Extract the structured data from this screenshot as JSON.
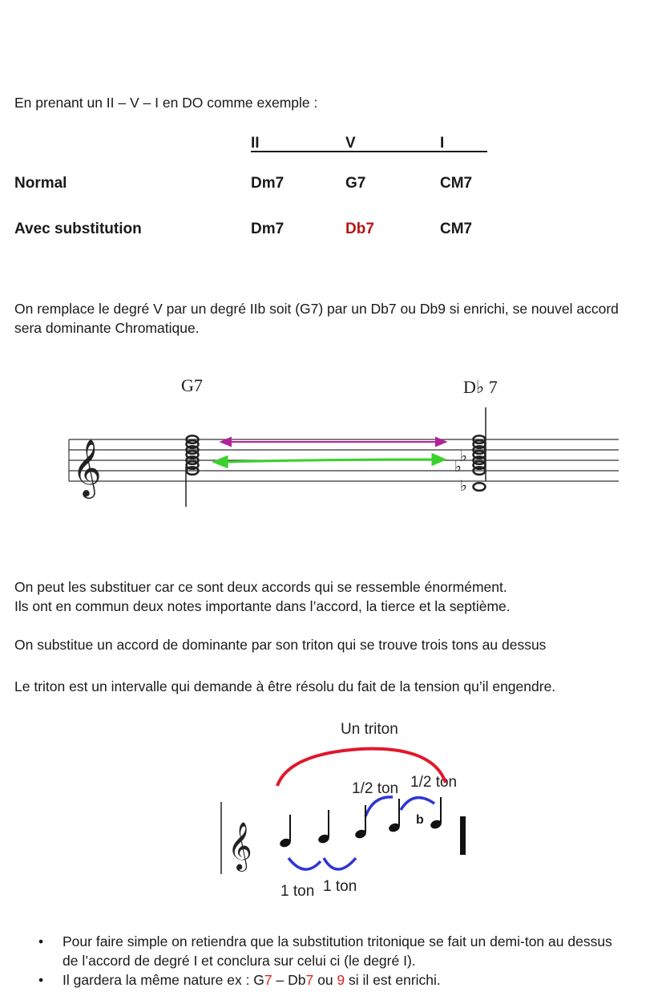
{
  "intro": "En prenant un II – V – I en DO comme exemple :",
  "table": {
    "headers": [
      "II",
      "V",
      "I"
    ],
    "row1": {
      "label": "Normal",
      "c1": "Dm7",
      "c2": "G7",
      "c3": "CM7"
    },
    "row2": {
      "label": "Avec substitution",
      "c1": "Dm7",
      "c2": "Db7",
      "c3": "CM7"
    }
  },
  "para1_line1": "On remplace le degré V par un degré IIb soit (G7) par un Db7 ou Db9 si enrichi, se nouvel accord",
  "para1_line2": "sera dominante Chromatique.",
  "staff1": {
    "left_chord": "G7",
    "right_chord": "D♭ 7"
  },
  "para2_line1": "On peut les substituer car ce sont deux accords qui se ressemble énormément.",
  "para2_line2": "Ils ont en commun deux notes importante dans l’accord, la tierce et la septième.",
  "para3": "On substitue un accord de dominante par son triton qui se trouve trois tons au dessus",
  "para4": "Le triton est un intervalle qui demande à être résolu du fait de la tension qu’il engendre.",
  "staff2": {
    "triton": "Un triton",
    "half1": "1/2 ton",
    "half2": "1/2 ton",
    "ton1": "1 ton",
    "ton2": "1 ton",
    "flat": "b"
  },
  "bullets": {
    "b1_line1": "Pour faire simple on retiendra que la substitution tritonique se fait un demi-ton au dessus",
    "b1_line2": "de l’accord de degré I et conclura sur celui ci (le degré I).",
    "b2_pre": "Il gardera la même nature ex : G",
    "b2_n1": "7",
    "b2_mid1": " – Db",
    "b2_n2": "7",
    "b2_mid2": " ou ",
    "b2_n3": "9",
    "b2_post": " si il est enrichi."
  },
  "colors": {
    "text": "#1a1a1a",
    "substitution": "#b81414",
    "highlight": "#e02020",
    "magenta": "#b0229a",
    "green": "#3bd12c",
    "red_arc": "#e0182d",
    "blue_arc": "#2f35d6"
  }
}
